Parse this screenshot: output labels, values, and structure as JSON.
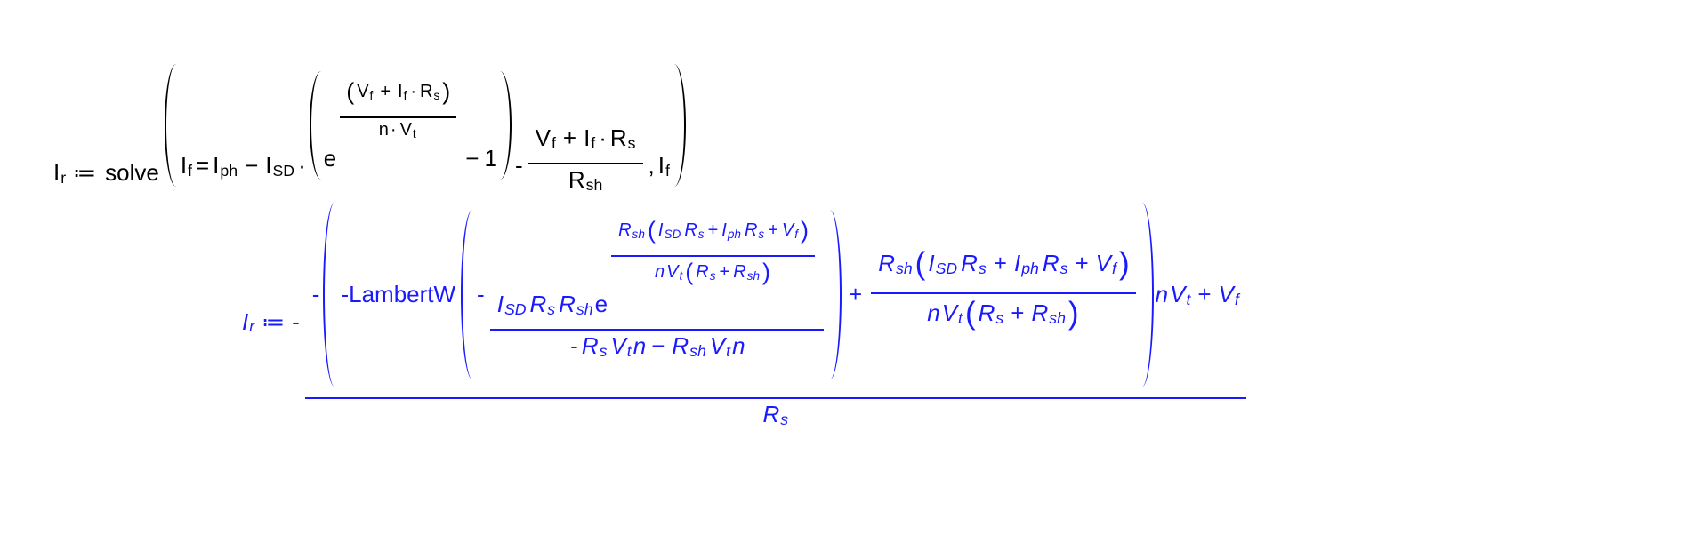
{
  "sym": {
    "I": "I",
    "R": "R",
    "V": "V",
    "n": "n",
    "e": "e"
  },
  "sub": {
    "r": "r",
    "f": "f",
    "ph": "ph",
    "SD": "SD",
    "s": "s",
    "sh": "sh",
    "t": "t"
  },
  "ops": {
    "assign": "≔",
    "eq": "=",
    "minus": "−",
    "neg": "-",
    "plus": "+",
    "dot": "·",
    "comma": ",",
    "one": "1",
    "lp": "(",
    "rp": ")"
  },
  "functions": {
    "solve": "solve",
    "lambert": "-LambertW"
  },
  "colors": {
    "input": "#000000",
    "result": "#1a1aff"
  }
}
